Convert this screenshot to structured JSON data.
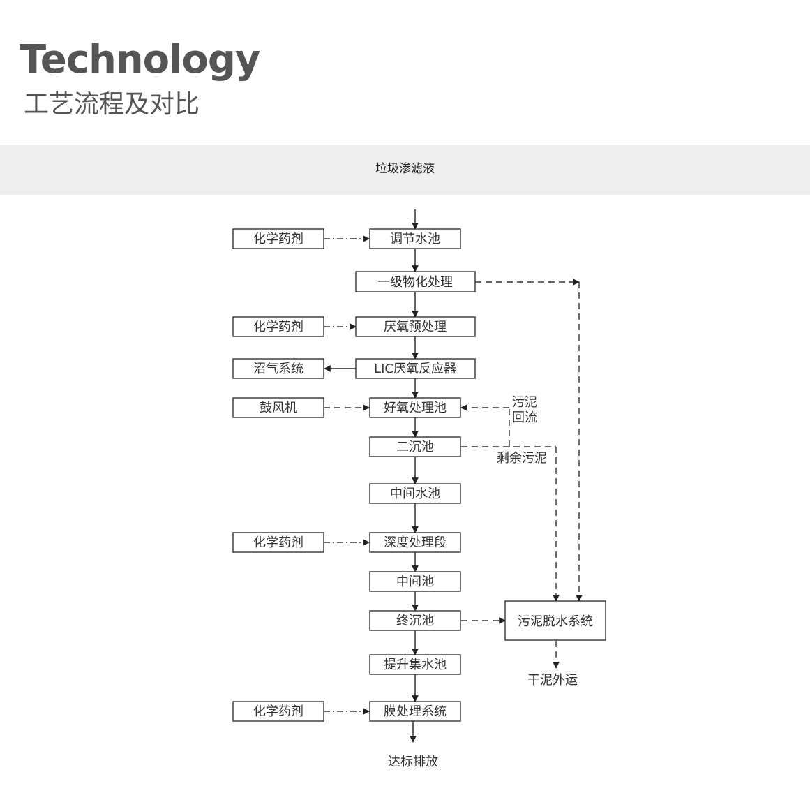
{
  "header": {
    "title_en": "Technology",
    "title_cn": "工艺流程及对比",
    "band_label": "垃圾渗滤液"
  },
  "diagram": {
    "main_nodes": [
      "调节水池",
      "一级物化处理",
      "厌氧预处理",
      "LIC厌氧反应器",
      "好氧处理池",
      "二沉池",
      "中间水池",
      "深度处理段",
      "中间池",
      "终沉池",
      "提升集水池",
      "膜处理系统"
    ],
    "side_nodes": [
      "化学药剂",
      "化学药剂",
      "沼气系统",
      "鼓风机",
      "化学药剂",
      "化学药剂"
    ],
    "sludge_node": "污泥脱水系统",
    "labels": {
      "sludge_return_1": "污泥",
      "sludge_return_2": "回流",
      "excess_sludge": "剩余污泥",
      "dry_sludge": "干泥外运",
      "discharge": "达标排放"
    }
  }
}
